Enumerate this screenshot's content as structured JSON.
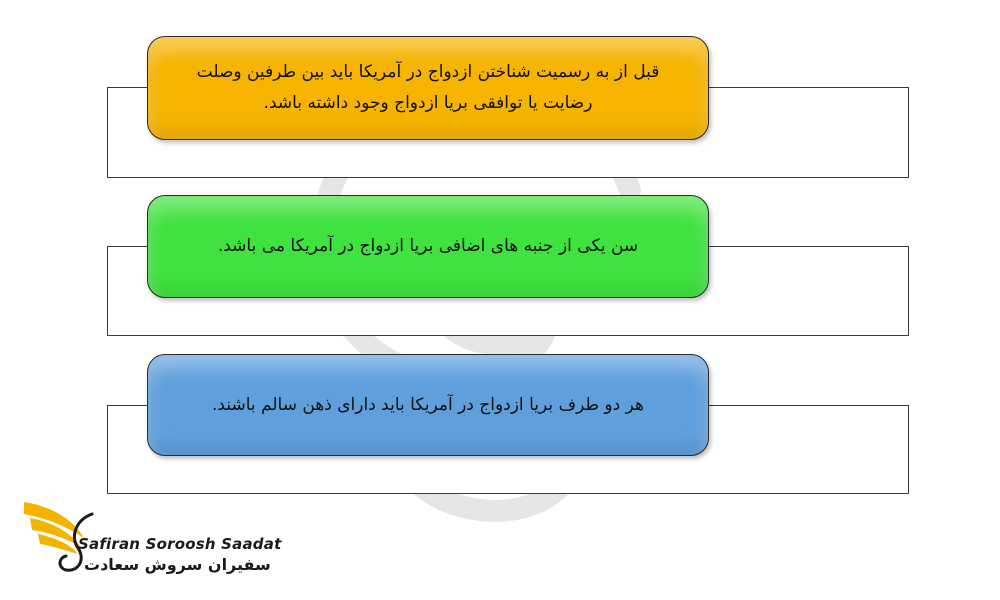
{
  "colors": {
    "card_1": "#f6b400",
    "card_2": "#3fe23f",
    "card_3": "#5f9fdc",
    "logo_wing": "#f3b400",
    "logo_text": "#1b1b1b"
  },
  "items": [
    {
      "text": "قبل از به رسمیت شناختن ازدواج در آمریکا باید بین طرفین وصلت رضایت یا توافقی بریا ازدواج وجود داشته باشد."
    },
    {
      "text": "سن یکی از جنبه های اضافی بریا ازدواج در آمریکا می باشد."
    },
    {
      "text": "هر دو طرف بریا ازدواج در آمریکا باید دارای ذهن سالم باشند."
    }
  ],
  "logo": {
    "name_en": "Safiran Soroosh Saadat",
    "name_fa": "سفیران سروش سعادت"
  },
  "icons": {
    "watermark": "swan-watermark-icon",
    "logo": "winged-swan-logo-icon"
  }
}
